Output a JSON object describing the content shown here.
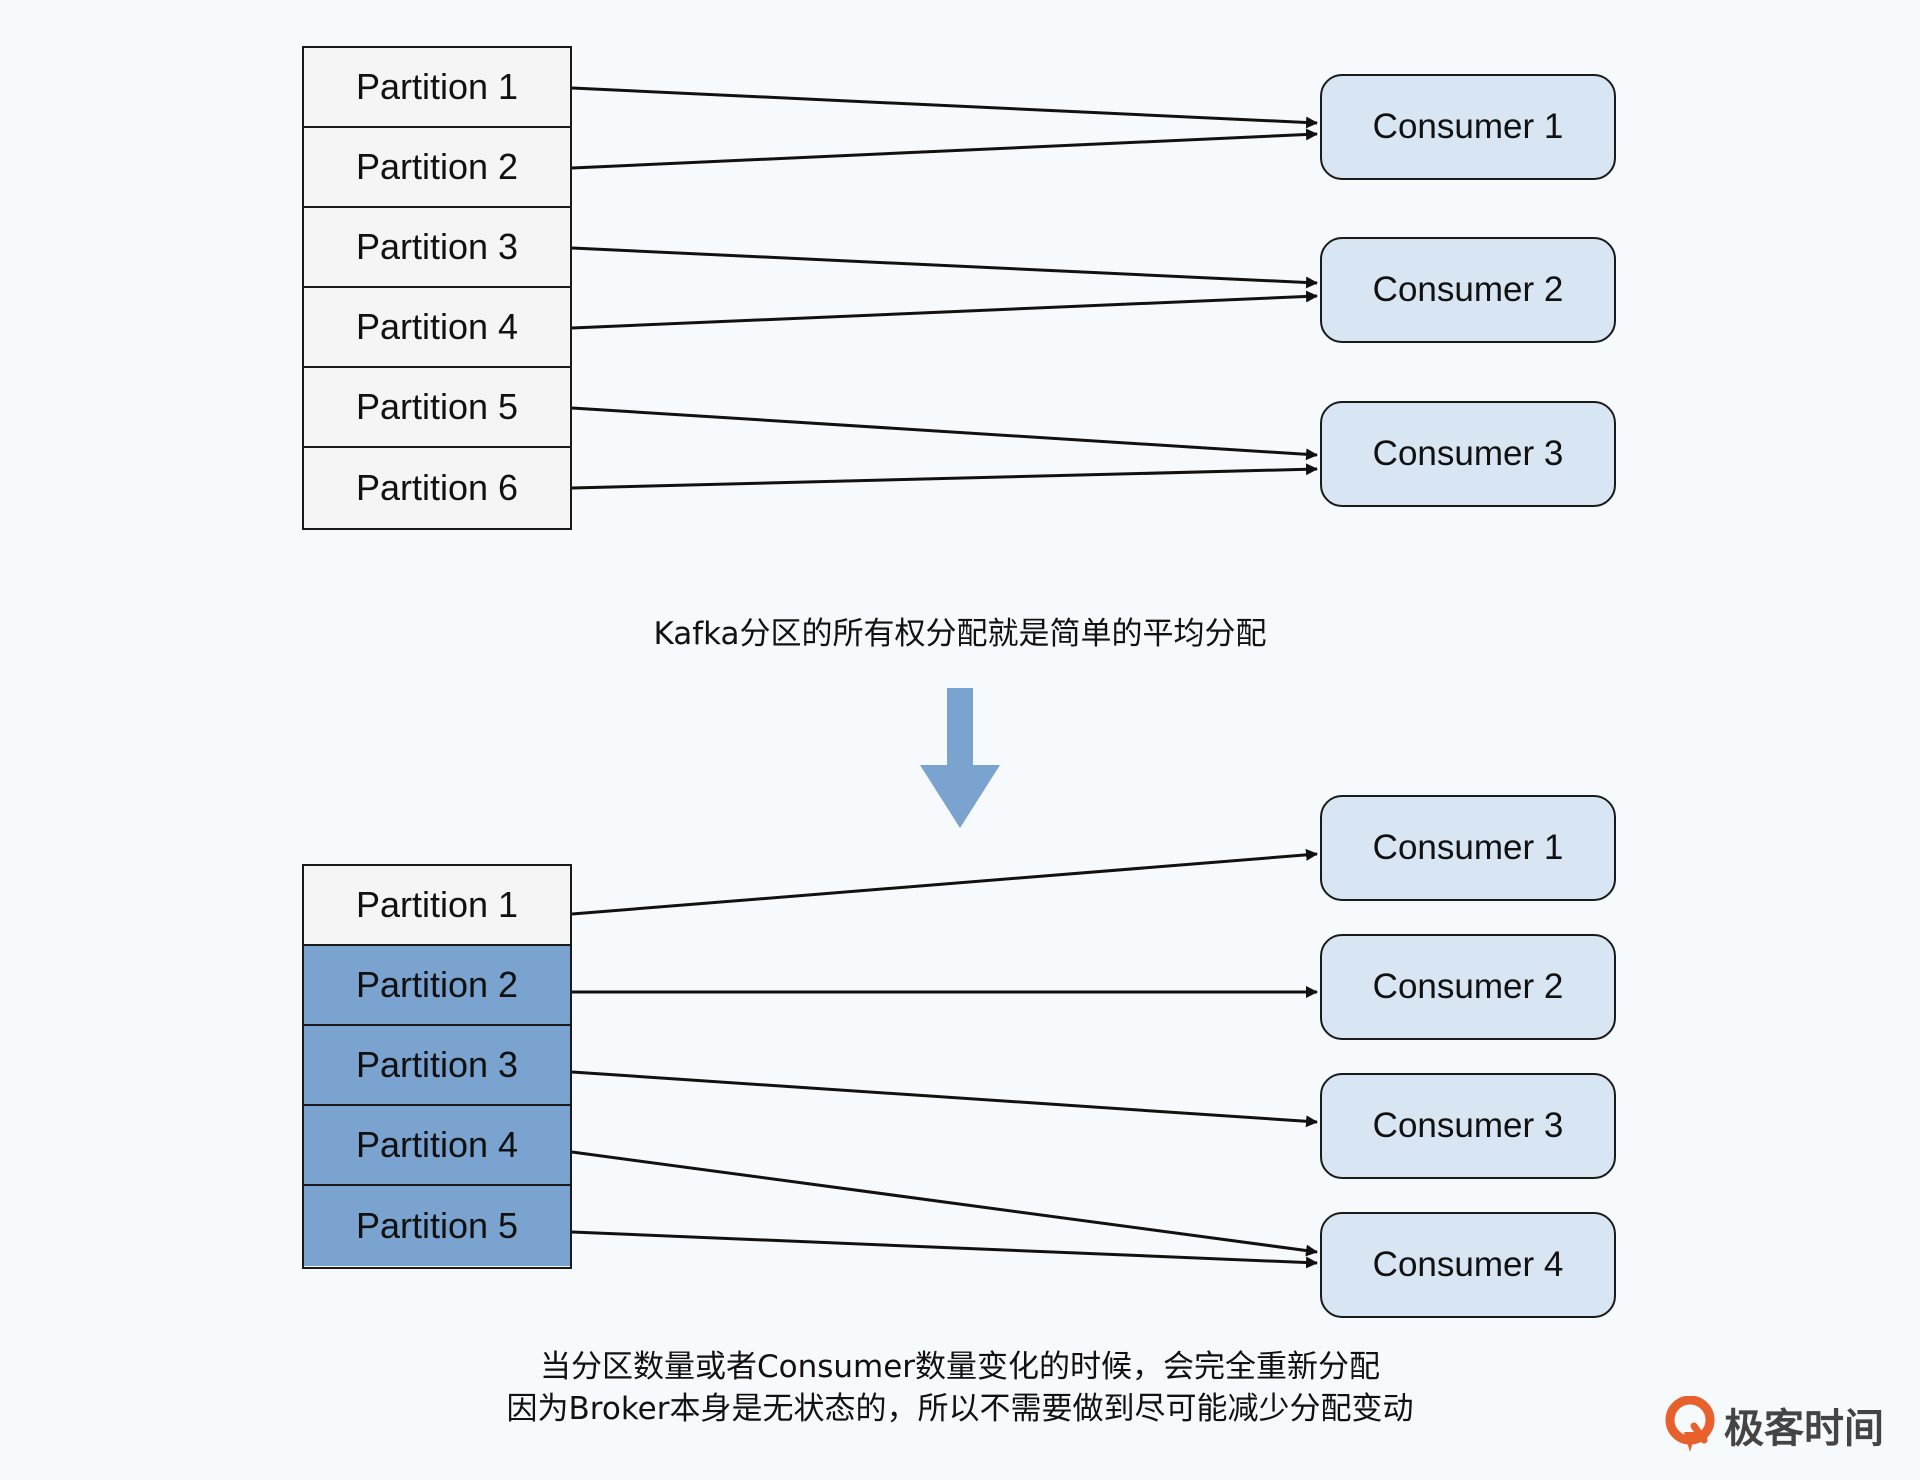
{
  "diagram": {
    "caption_top": "Kafka分区的所有权分配就是简单的平均分配",
    "caption_bottom": [
      "当分区数量或者Consumer数量变化的时候，会完全重新分配",
      "因为Broker本身是无状态的，所以不需要做到尽可能减少分配变动"
    ],
    "top_section": {
      "partitions": [
        "Partition 1",
        "Partition 2",
        "Partition 3",
        "Partition 4",
        "Partition 5",
        "Partition 6"
      ],
      "consumers": [
        "Consumer 1",
        "Consumer 2",
        "Consumer 3"
      ],
      "assignments": [
        {
          "partition": "Partition 1",
          "consumer": "Consumer 1"
        },
        {
          "partition": "Partition 2",
          "consumer": "Consumer 1"
        },
        {
          "partition": "Partition 3",
          "consumer": "Consumer 2"
        },
        {
          "partition": "Partition 4",
          "consumer": "Consumer 2"
        },
        {
          "partition": "Partition 5",
          "consumer": "Consumer 3"
        },
        {
          "partition": "Partition 6",
          "consumer": "Consumer 3"
        }
      ]
    },
    "bottom_section": {
      "partitions": [
        "Partition 1",
        "Partition 2",
        "Partition 3",
        "Partition 4",
        "Partition 5"
      ],
      "reassigned_partitions": [
        "Partition 2",
        "Partition 3",
        "Partition 4",
        "Partition 5"
      ],
      "consumers": [
        "Consumer 1",
        "Consumer 2",
        "Consumer 3",
        "Consumer 4"
      ],
      "assignments": [
        {
          "partition": "Partition 1",
          "consumer": "Consumer 1"
        },
        {
          "partition": "Partition 2",
          "consumer": "Consumer 2"
        },
        {
          "partition": "Partition 3",
          "consumer": "Consumer 3"
        },
        {
          "partition": "Partition 4",
          "consumer": "Consumer 4"
        },
        {
          "partition": "Partition 5",
          "consumer": "Consumer 4"
        }
      ]
    }
  },
  "colors": {
    "partition_default": "#f5f5f5",
    "partition_reassigned": "#7aa3cf",
    "consumer_fill": "#d8e5f2",
    "transition_arrow": "#7aa3cf",
    "brand_accent": "#e8602c"
  },
  "brand": {
    "name": "极客时间",
    "icon": "geektime-logo-icon"
  }
}
